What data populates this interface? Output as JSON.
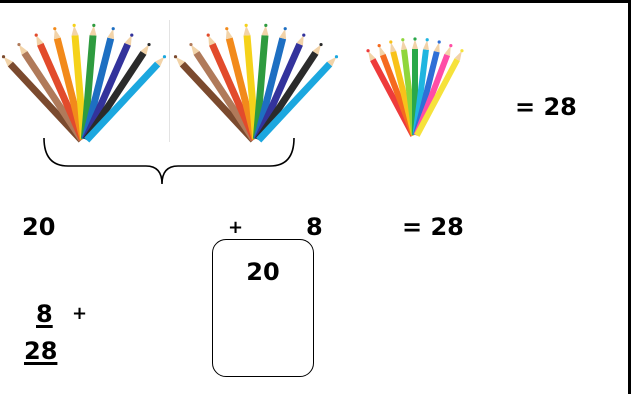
{
  "colors": {
    "pencils_set_a": [
      "#7b4a2e",
      "#b07a5a",
      "#e24b2c",
      "#f28a1b",
      "#f5d21a",
      "#2e9b3f",
      "#1e6fc2",
      "#33339c",
      "#2b2b2b",
      "#1ba7df"
    ],
    "pencils_set_b": [
      "#ee3b3b",
      "#f56a1f",
      "#f8c21a",
      "#8fd63b",
      "#2aa84a",
      "#1fb5e0",
      "#2f6fd6",
      "#ff4da6",
      "#f6e23b"
    ]
  },
  "icons": {
    "pencil_group_1": "colored-pencils-fan-icon",
    "pencil_group_2": "colored-pencils-fan-icon",
    "pencil_group_3": "colored-pencils-fan-icon",
    "brace": "curly-brace-icon"
  },
  "row1": {
    "equals_total": "= 28"
  },
  "row2": {
    "left": "20",
    "plus": "+",
    "right": "8",
    "equals_total": "= 28"
  },
  "box": {
    "value": "20"
  },
  "column_sum": {
    "addend": "8",
    "plus": "+",
    "result": "28"
  }
}
